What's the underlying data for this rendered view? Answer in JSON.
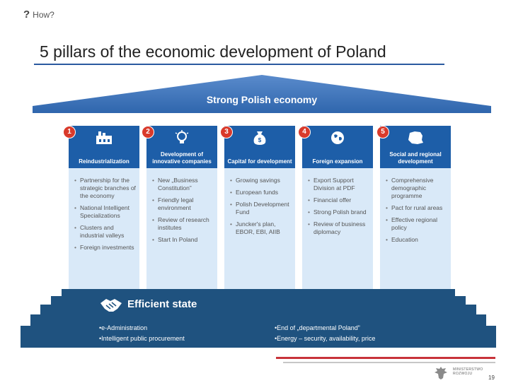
{
  "header": {
    "question_mark": "?",
    "label": "How?"
  },
  "title": "5 pillars of the economic development of Poland",
  "roof": {
    "label": "Strong Polish economy"
  },
  "pillars": [
    {
      "number": "1",
      "icon": "factory-icon",
      "title": "Reindustrialization",
      "items": [
        "Partnership for the strategic branches of the economy",
        "National Intelligent Specializations",
        "Clusters and industrial valleys",
        "Foreign investments"
      ]
    },
    {
      "number": "2",
      "icon": "lightbulb-icon",
      "title": "Development of innovative companies",
      "items": [
        "New „Business Constitution”",
        "Friendly legal environment",
        "Review of research institutes",
        "Start In Poland"
      ]
    },
    {
      "number": "3",
      "icon": "money-bag-icon",
      "title": "Capital for development",
      "items": [
        "Growing savings",
        "European funds",
        "Polish Development Fund",
        "Juncker's plan, EBOR, EBI, AIIB"
      ]
    },
    {
      "number": "4",
      "icon": "globe-icon",
      "title": "Foreign expansion",
      "items": [
        "Export Support Division at PDF",
        "Financial offer",
        "Strong Polish brand",
        "Review of business diplomacy"
      ]
    },
    {
      "number": "5",
      "icon": "poland-map-icon",
      "title": "Social and regional development",
      "items": [
        "Comprehensive demographic programme",
        "Pact for rural areas",
        "Effective regional policy",
        "Education"
      ]
    }
  ],
  "foundation": {
    "icon": "handshake-icon",
    "label": "Efficient state",
    "left_items": [
      "•e-Administration",
      "•Intelligent public procurement"
    ],
    "right_items": [
      "•End of „departmental Poland”",
      "•Energy – security, availability, price"
    ]
  },
  "footer": {
    "ministry_line1": "MINISTERSTWO",
    "ministry_line2": "ROZWOJU",
    "page_number": "19",
    "logo_icon": "eagle-emblem-icon"
  },
  "colors": {
    "pillar_header": "#1d5ea8",
    "pillar_body": "#d9e9f8",
    "roof": "#3e72b4",
    "foundation": "#1f527f",
    "number_badge": "#d93a2b",
    "accent_bar": "#c8333a"
  }
}
